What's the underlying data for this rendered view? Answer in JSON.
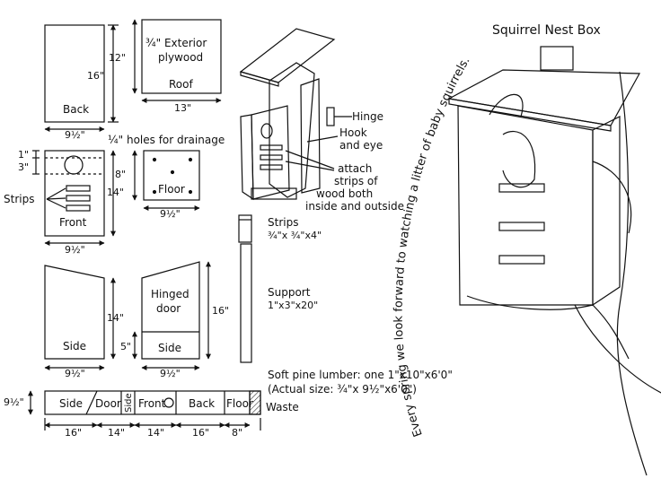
{
  "title": "Squirrel Nest Box",
  "arc_text": "Every spring we look forward to watching a litter of baby squirrels.",
  "pieces": {
    "back": {
      "label": "Back",
      "width": "9½\"",
      "height": "16\""
    },
    "roof": {
      "label": "Roof",
      "material_1": "¾\" Exterior",
      "material_2": "plywood",
      "width": "13\"",
      "height": "12\""
    },
    "front": {
      "label": "Front",
      "width": "9½\"",
      "height": "14\"",
      "dim_1": "1\"",
      "dim_3": "3\"",
      "strips_label": "Strips"
    },
    "drainage_note": "¼\" holes for drainage",
    "floor": {
      "label": "Floor",
      "width": "9½\"",
      "height": "8\""
    },
    "side": {
      "label": "Side",
      "width": "9½\"",
      "height": "14\""
    },
    "door": {
      "label_1": "Hinged",
      "label_2": "door",
      "side_label": "Side",
      "width": "9½\"",
      "height": "16\"",
      "dim_5": "5\""
    }
  },
  "assembly": {
    "hinge": "Hinge",
    "hook_1": "Hook",
    "hook_2": "and eye",
    "attach_1": "attach",
    "attach_2": "strips of",
    "attach_3": "wood both",
    "attach_4": "inside and outside"
  },
  "strips": {
    "label": "Strips",
    "size": "¾\"x ¾\"x4\""
  },
  "support": {
    "label": "Support",
    "size": "1\"x3\"x20\""
  },
  "lumber": {
    "line1": "Soft pine lumber: one 1\"x10\"x6'0\"",
    "line2": "(Actual size: ¾\"x 9½\"x6'0\")",
    "height": "9½\"",
    "segments": [
      "Side",
      "Door",
      "Side",
      "Front",
      "Back",
      "Floor"
    ],
    "lengths": [
      "16\"",
      "14\"",
      "14\"",
      "16\"",
      "8\""
    ],
    "waste": "Waste"
  }
}
